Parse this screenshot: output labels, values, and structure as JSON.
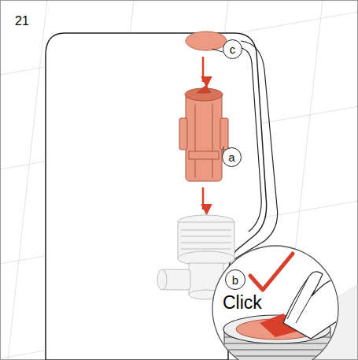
{
  "diagram": {
    "nodes": [
      {
        "text": [
          "c"
        ]
      },
      {
        "text": [
          "a"
        ]
      },
      {
        "text": [
          "b"
        ]
      }
    ],
    "labels": [
      "21",
      "Click"
    ]
  }
}
